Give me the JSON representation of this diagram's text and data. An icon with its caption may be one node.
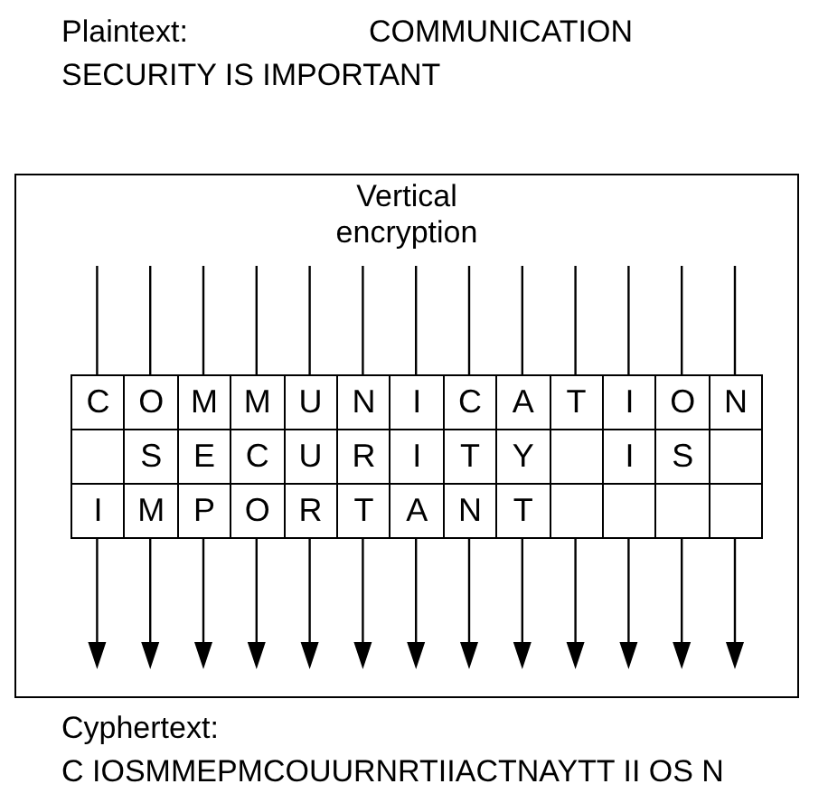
{
  "diagram": {
    "nodes": [
      {
        "text": [
          "Vertical encryption"
        ]
      },
      {
        "text": [
          "C"
        ],
        "in": 0
      },
      {
        "text": [
          "O"
        ],
        "in": 0
      },
      {
        "text": [
          "M"
        ],
        "in": 0
      },
      {
        "text": [
          "M"
        ],
        "in": 0
      },
      {
        "text": [
          "U"
        ],
        "in": 0
      },
      {
        "text": [
          "N"
        ],
        "in": 0
      },
      {
        "text": [
          "I"
        ],
        "in": 0
      },
      {
        "text": [
          "C"
        ],
        "in": 0
      },
      {
        "text": [
          "A"
        ],
        "in": 0
      },
      {
        "text": [
          "T"
        ],
        "in": 0
      },
      {
        "text": [
          "I"
        ],
        "in": 0
      },
      {
        "text": [
          "O"
        ],
        "in": 0
      },
      {
        "text": [
          "N"
        ],
        "in": 0
      },
      {
        "text": [],
        "shape": "box",
        "in": 0
      },
      {
        "text": [
          "S"
        ],
        "in": 0
      },
      {
        "text": [
          "E"
        ],
        "in": 0
      },
      {
        "text": [
          "C"
        ],
        "in": 0
      },
      {
        "text": [
          "U"
        ],
        "in": 0
      },
      {
        "text": [
          "R"
        ],
        "in": 0
      },
      {
        "text": [
          "I"
        ],
        "in": 0
      },
      {
        "text": [
          "T"
        ],
        "in": 0
      },
      {
        "text": [
          "Y"
        ],
        "in": 0
      },
      {
        "text": [],
        "shape": "box",
        "in": 0
      },
      {
        "text": [
          "I"
        ],
        "in": 0
      },
      {
        "text": [
          "S"
        ],
        "in": 0
      },
      {
        "text": [],
        "shape": "box",
        "in": 0
      },
      {
        "text": [
          "I"
        ],
        "in": 0
      },
      {
        "text": [
          "M"
        ],
        "in": 0
      },
      {
        "text": [
          "P"
        ],
        "in": 0
      },
      {
        "text": [
          "O"
        ],
        "in": 0
      },
      {
        "text": [
          "R"
        ],
        "in": 0
      },
      {
        "text": [
          "T"
        ],
        "in": 0
      },
      {
        "text": [
          "A"
        ],
        "in": 0
      },
      {
        "text": [
          "N"
        ],
        "in": 0
      },
      {
        "text": [
          "T"
        ],
        "in": 0
      },
      {
        "text": [],
        "shape": "box",
        "in": 0
      },
      {
        "text": [],
        "shape": "box",
        "in": 0
      },
      {
        "text": [],
        "shape": "box",
        "in": 0
      },
      {
        "text": [],
        "shape": "box",
        "in": 0
      }
    ],
    "labels": [
      "Plaintext:",
      "COMMUNICATION SECURITY IS IMPORTANT",
      "Cyphertext:",
      "C IOSMMEPMCOUURNRTIIACTNAYTT II OS N"
    ]
  }
}
